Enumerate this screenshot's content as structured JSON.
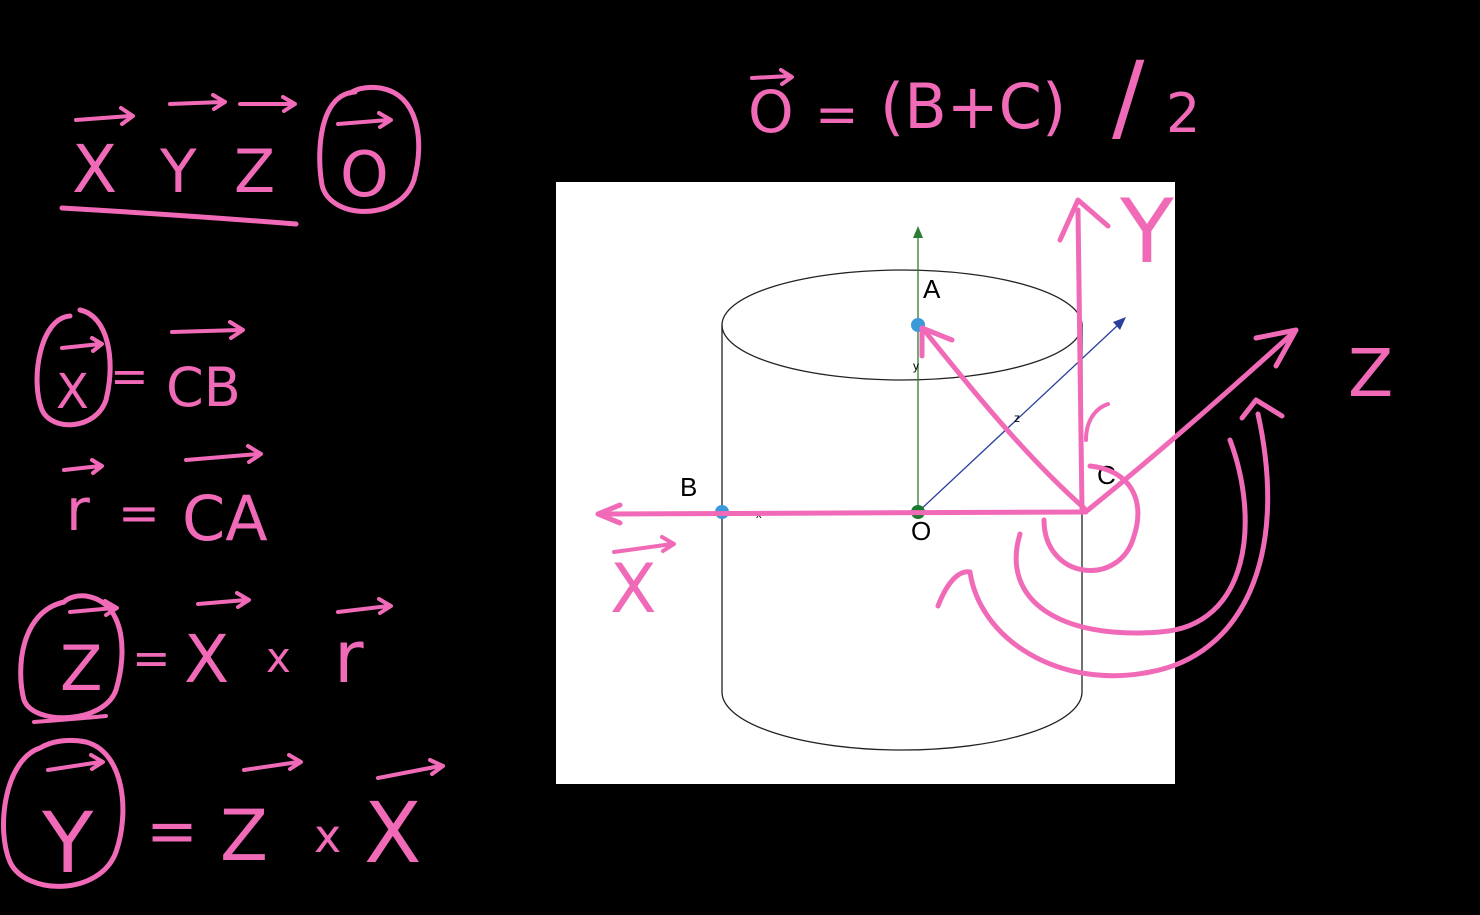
{
  "colors": {
    "background": "#000000",
    "annotation_ink": "#f06ab8",
    "diagram_bg": "#ffffff",
    "y_axis": "#2e7d32",
    "z_axis": "#2a3f9e",
    "point_marker": "#3a9ad9",
    "origin_marker": "#1b7a2f"
  },
  "header_formula": {
    "lhs": "O",
    "eq": "=",
    "numerator": "(B+C)",
    "slash": "/",
    "denominator": "2"
  },
  "basis": [
    "X",
    "Y",
    "Z",
    "O"
  ],
  "equations": [
    {
      "lhs": "X",
      "eq": "=",
      "rhs": "CB"
    },
    {
      "lhs": "r",
      "eq": "=",
      "rhs": "CA"
    },
    {
      "lhs": "Z",
      "eq": "=",
      "op_a": "X",
      "times": "x",
      "op_b": "r"
    },
    {
      "lhs": "Y",
      "eq": "=",
      "op_a": "Z",
      "times": "x",
      "op_b": "X"
    }
  ],
  "diagram": {
    "points": {
      "A": "A",
      "B": "B",
      "C": "C",
      "O": "O"
    },
    "axis_small_labels": {
      "y": "y",
      "z": "z",
      "x": "x"
    }
  },
  "annotation_axes": {
    "Y": "Y",
    "Z": "Z",
    "X": "X"
  }
}
